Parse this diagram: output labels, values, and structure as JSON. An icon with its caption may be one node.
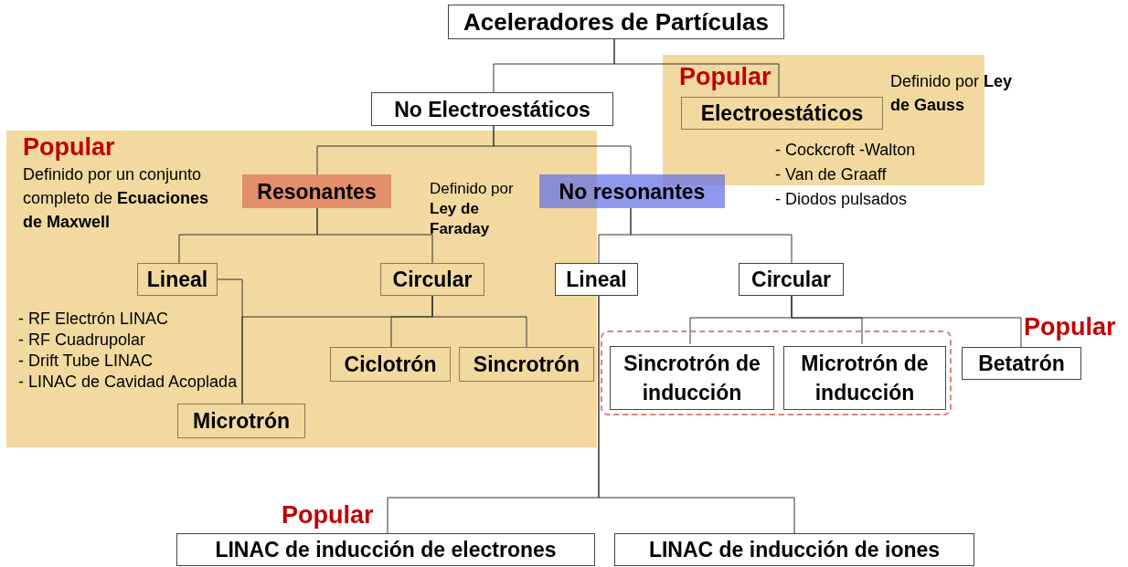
{
  "diagram": {
    "nodes": [
      {
        "text": [
          "Aceleradores de Partículas"
        ]
      },
      {
        "text": [
          "No Electroestáticos"
        ]
      },
      {
        "text": [
          "Popular"
        ]
      },
      {
        "text": [
          "Electroestáticos"
        ],
        "in": 2,
        "beside": [
          "Definido por **Ley de Gauss**",
          "- Cockcroft -Walton",
          "- Van de Graaff",
          "- Diodos pulsados"
        ]
      },
      {
        "text": [
          "Popular",
          "Definido por un conjunto completo de **Ecuaciones de Maxwell**"
        ]
      },
      {
        "text": [
          "Resonantes"
        ],
        "in": 4
      },
      {
        "text": [
          "No resonantes"
        ],
        "beside": [
          "Definido por **Ley de Faraday**"
        ]
      },
      {
        "text": [
          "Lineal"
        ],
        "in": 4,
        "beside": [
          "- RF Electrón LINAC",
          "- RF Cuadrupolar",
          "- Drift Tube LINAC",
          "- LINAC de Cavidad Acoplada"
        ]
      },
      {
        "text": [
          "Circular"
        ],
        "in": 4
      },
      {
        "text": [
          "Ciclotrón"
        ],
        "in": 4
      },
      {
        "text": [
          "Sincrotrón"
        ],
        "in": 4
      },
      {
        "text": [
          "Microtrón"
        ],
        "in": 4
      },
      {
        "text": [
          "Lineal"
        ]
      },
      {
        "text": [
          "Circular"
        ]
      },
      {
        "text": [],
        "shape": "box"
      },
      {
        "text": [
          "Sincrotrón de inducción"
        ],
        "in": 14
      },
      {
        "text": [
          "Microtrón de inducción"
        ],
        "in": 14
      },
      {
        "text": [
          "Betatrón"
        ],
        "beside": [
          "Popular"
        ]
      },
      {
        "text": [
          "LINAC de inducción de electrones"
        ],
        "beside": [
          "Popular"
        ]
      },
      {
        "text": [
          "LINAC de inducción de iones"
        ]
      }
    ],
    "edges": [
      {
        "from": 0,
        "to": 1,
        "arrow": "none"
      },
      {
        "from": 0,
        "to": 3,
        "arrow": "none"
      },
      {
        "from": 1,
        "to": 5,
        "arrow": "none"
      },
      {
        "from": 1,
        "to": 6,
        "arrow": "none"
      },
      {
        "from": 5,
        "to": 7,
        "arrow": "none"
      },
      {
        "from": 5,
        "to": 8,
        "arrow": "none"
      },
      {
        "from": 7,
        "to": 11,
        "arrow": "none"
      },
      {
        "from": 8,
        "to": 9,
        "arrow": "none"
      },
      {
        "from": 8,
        "to": 10,
        "arrow": "none"
      },
      {
        "from": 8,
        "to": 11,
        "arrow": "none"
      },
      {
        "from": 6,
        "to": 12,
        "arrow": "none"
      },
      {
        "from": 6,
        "to": 13,
        "arrow": "none"
      },
      {
        "from": 13,
        "to": 15,
        "arrow": "none"
      },
      {
        "from": 13,
        "to": 16,
        "arrow": "none"
      },
      {
        "from": 13,
        "to": 17,
        "arrow": "none"
      },
      {
        "from": 12,
        "to": 18,
        "arrow": "none"
      },
      {
        "from": 12,
        "to": 19,
        "arrow": "none"
      }
    ]
  }
}
